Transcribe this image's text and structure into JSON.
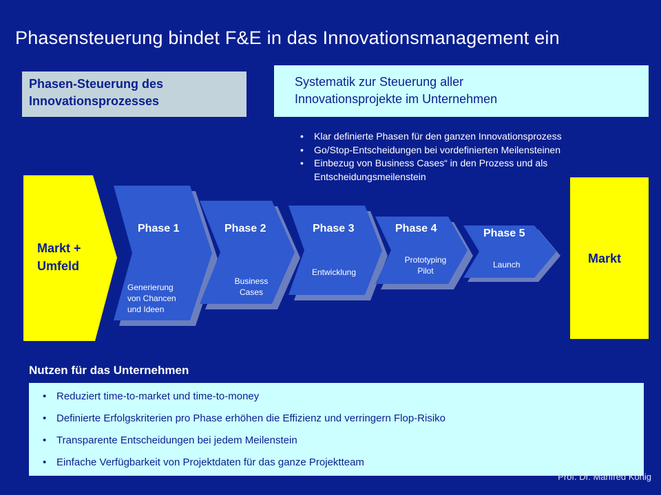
{
  "title": "Phasensteuerung bindet F&E in das Innovationsmanagement ein",
  "left_box": {
    "line1": "Phasen-Steuerung des",
    "line2": "Innovationsprozesses"
  },
  "right_box": {
    "line1": "Systematik zur Steuerung aller",
    "line2": "Innovationsprojekte im Unternehmen"
  },
  "top_bullets": [
    "Klar definierte Phasen für den ganzen Innovationsprozess",
    "Go/Stop-Entscheidungen bei vordefinierten Meilensteinen",
    "Einbezug von Business Cases“ in den Prozess und als Entscheidungsmeilenstein"
  ],
  "start": {
    "line1": "Markt +",
    "line2": "Umfeld"
  },
  "end": {
    "label": "Markt"
  },
  "phases": [
    {
      "label": "Phase 1",
      "desc": [
        "Generierung",
        "von Chancen",
        "und Ideen"
      ]
    },
    {
      "label": "Phase 2",
      "desc": [
        "Business",
        "Cases"
      ]
    },
    {
      "label": "Phase 3",
      "desc": [
        "Entwicklung"
      ]
    },
    {
      "label": "Phase 4",
      "desc": [
        "Prototyping",
        "Pilot"
      ]
    },
    {
      "label": "Phase 5",
      "desc": [
        "Launch"
      ]
    }
  ],
  "benefits": {
    "title": "Nutzen für das Unternehmen",
    "items": [
      "Reduziert time-to-market und time-to-money",
      "Definierte Erfolgskriterien pro Phase erhöhen die Effizienz und verringern Flop-Risiko",
      "Transparente Entscheidungen bei jedem Meilenstein",
      "Einfache Verfügbarkeit von Projektdaten für das ganze Projektteam"
    ]
  },
  "footer": "Prof. Dr. Manfred König",
  "colors": {
    "background": "#0a1f8f",
    "chevron_fill": "#2f5ad0",
    "chevron_shadow": "#6b7fbf",
    "market_yellow": "#ffff00",
    "light_cyan": "#ccffff",
    "grey_blue": "#c3d3dc"
  }
}
